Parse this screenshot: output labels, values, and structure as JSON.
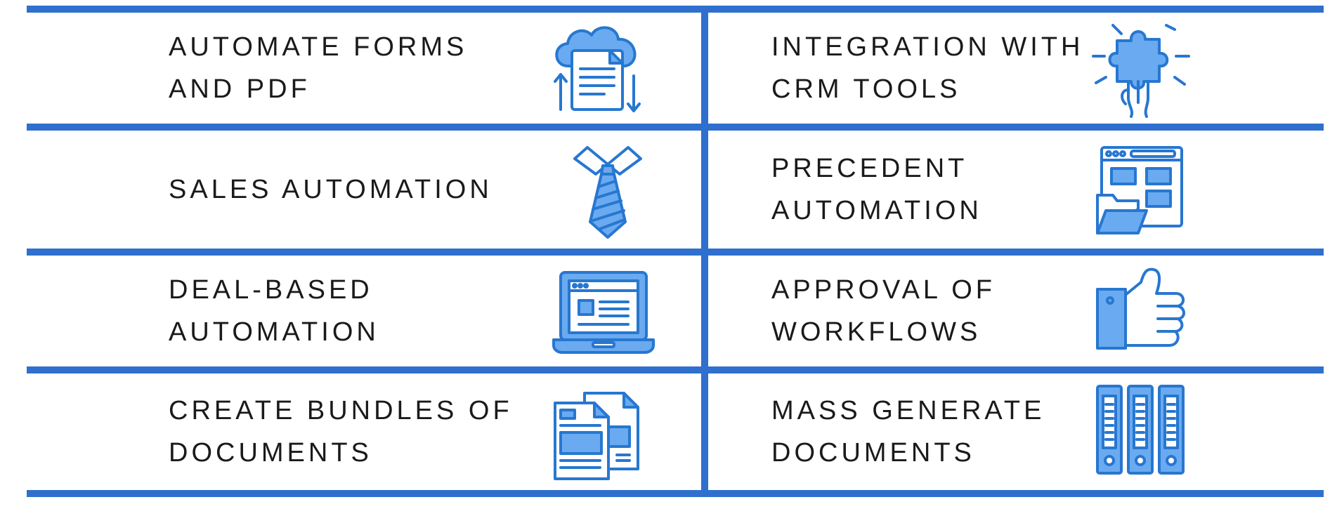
{
  "colors": {
    "lines": "#2f6fce",
    "icon_stroke": "#2777d0",
    "icon_fill": "#6aaaf0",
    "text": "#1a1a1a"
  },
  "cells": [
    {
      "label": "AUTOMATE FORMS\nAND PDF",
      "icon": "cloud-document-sync-icon"
    },
    {
      "label": "INTEGRATION WITH\nCRM TOOLS",
      "icon": "puzzle-hand-icon"
    },
    {
      "label": "SALES AUTOMATION",
      "icon": "necktie-icon"
    },
    {
      "label": "PRECEDENT\nAUTOMATION",
      "icon": "browser-folder-icon"
    },
    {
      "label": "DEAL-BASED\nAUTOMATION",
      "icon": "laptop-icon"
    },
    {
      "label": "APPROVAL OF\nWORKFLOWS",
      "icon": "thumbs-up-icon"
    },
    {
      "label": "CREATE BUNDLES OF\nDOCUMENTS",
      "icon": "document-stack-icon"
    },
    {
      "label": "MASS GENERATE\nDOCUMENTS",
      "icon": "binders-icon"
    }
  ]
}
